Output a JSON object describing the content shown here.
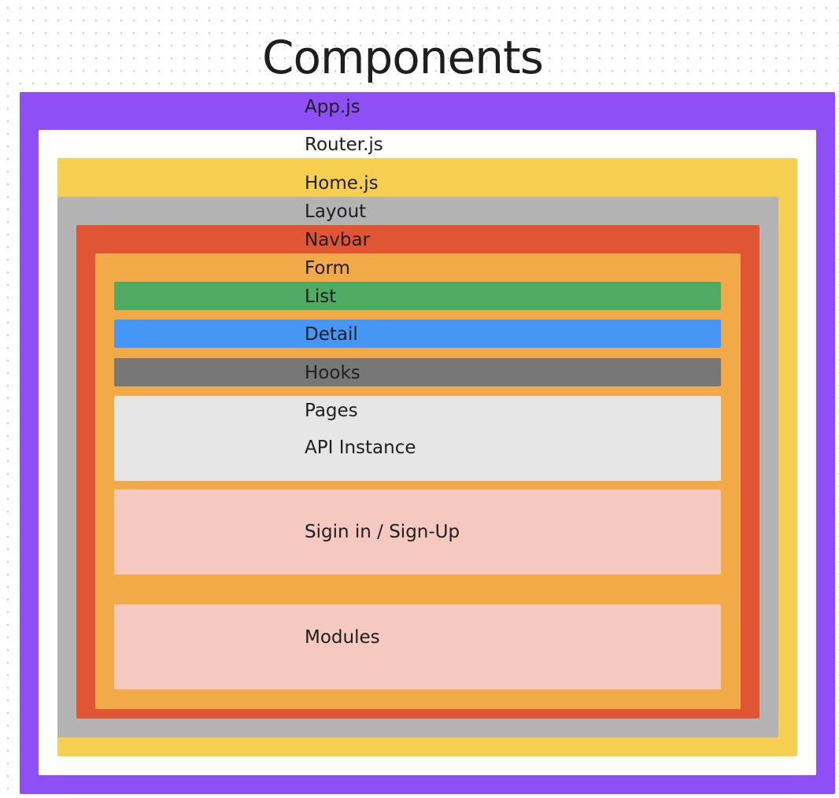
{
  "title": "Components",
  "labels": {
    "app": "App.js",
    "router": "Router.js",
    "home": "Home.js",
    "layout": "Layout",
    "navbar": "Navbar",
    "form": "Form",
    "list": "List",
    "detail": "Detail",
    "hooks": "Hooks",
    "pages": "Pages",
    "api_instance": "API Instance",
    "signin": "Sigin in / Sign-Up",
    "modules": "Modules"
  },
  "colors": {
    "app": "#8f4ff7",
    "router": "#ffffff",
    "home": "#f6cf50",
    "layout": "#b3b3b3",
    "navbar": "#e05533",
    "form": "#f2aa48",
    "list": "#4fab61",
    "detail": "#4596f7",
    "hooks": "#777777",
    "pages": "#e6e6e6",
    "signin": "#f5c8c0",
    "modules": "#f5c8c0"
  }
}
